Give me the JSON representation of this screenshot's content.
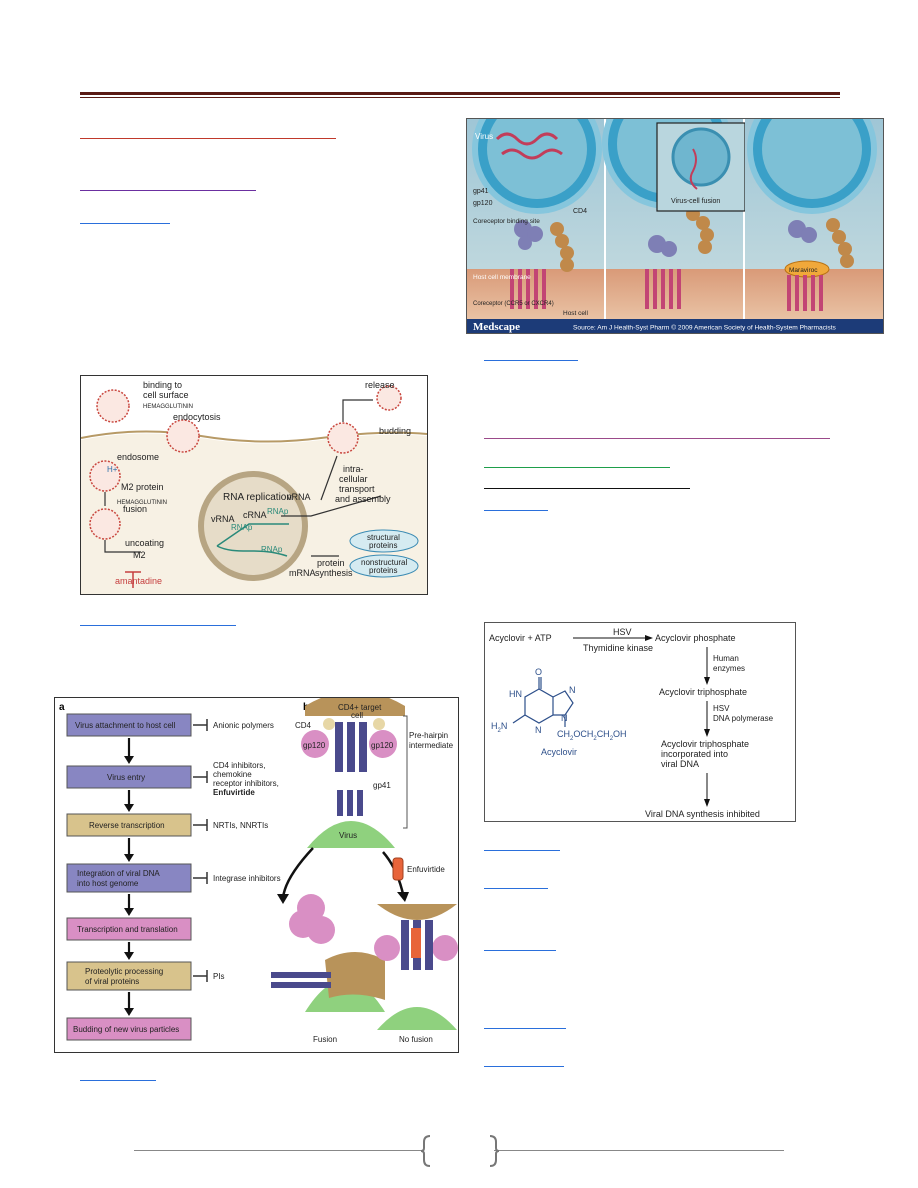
{
  "fig_hiv_fusion": {
    "virus_label": "Virus",
    "fusion_inset_label": "Virus-cell fusion",
    "labels": {
      "gp41": "gp41",
      "gp120": "gp120",
      "cd4": "CD4",
      "coreceptor_site": "Coreceptor binding site",
      "host_membrane": "Host cell membrane",
      "coreceptor": "Coreceptor (CCR5 or CXCR4)",
      "host_cell": "Host cell",
      "drug": "Maraviroc"
    },
    "brand": "Medscape",
    "source": "Source: Am J Health-Syst Pharm © 2009 American Society of Health-System Pharmacists"
  },
  "fig_influenza": {
    "labels": {
      "binding": "binding to",
      "binding2": "cell surface",
      "hemagglutinin": "HEMAGGLUTININ",
      "endocytosis": "endocytosis",
      "endosome": "endosome",
      "hplus": "H+",
      "m2": "M2 protein",
      "hemagglutinin_fusion": "HEMAGGLUTININ",
      "fusion": "fusion",
      "uncoating": "uncoating",
      "m2b": "M2",
      "amantadine": "amantadine",
      "rna_replication": "RNA replication",
      "vrna_in": "vRNA",
      "crna": "cRNA",
      "rnap1": "RNAp",
      "rnap2": "RNAp",
      "rnap3": "RNAp",
      "vrna_out": "vRNA",
      "mrna": "mRNA",
      "release": "release",
      "budding": "budding",
      "transport1": "intra-",
      "transport2": "cellular",
      "transport3": "transport",
      "transport4": "and assembly",
      "protein_synth1": "protein",
      "protein_synth2": "synthesis",
      "structural": "structural",
      "proteins1": "proteins",
      "nonstructural": "nonstructural",
      "proteins2": "proteins"
    }
  },
  "fig_hiv_cycle": {
    "panel_a": "a",
    "panel_b": "b",
    "steps": [
      "Virus attachment to host cell",
      "Virus entry",
      "Reverse transcription",
      "Integration of viral DNA",
      "into host genome",
      "Transcription and translation",
      "Proteolytic processing",
      "of viral proteins",
      "Budding of new virus particles"
    ],
    "inhibitors": [
      "Anionic polymers",
      "CD4 inhibitors,",
      "chemokine",
      "receptor inhibitors,",
      "Enfuvirtide",
      "NRTIs, NNRTIs",
      "Integrase inhibitors",
      "PIs"
    ],
    "b_labels": {
      "target": "CD4+ target",
      "cell": "cell",
      "cd4": "CD4",
      "gp120a": "gp120",
      "gp120b": "gp120",
      "gp41": "gp41",
      "prehairpin1": "Pre-hairpin",
      "prehairpin2": "intermediate",
      "virus": "Virus",
      "enfuvirtide": "Enfuvirtide",
      "fusion": "Fusion",
      "nofusion": "No fusion"
    }
  },
  "fig_acyclovir": {
    "top_left": "Acyclovir + ATP",
    "hsv": "HSV",
    "tk": "Thymidine kinase",
    "phosphate": "Acyclovir phosphate",
    "human1": "Human",
    "human2": "enzymes",
    "triphosphate": "Acyclovir triphosphate",
    "hsv2": "HSV",
    "dnapol": "DNA polymerase",
    "incorp1": "Acyclovir triphosphate",
    "incorp2": "incorporated into",
    "incorp3": "viral DNA",
    "inhibited": "Viral DNA synthesis inhibited",
    "name": "Acyclovir",
    "o": "O",
    "hn": "HN",
    "n1": "N",
    "n2": "N",
    "n3": "N",
    "h2n": "H",
    "h2n_sub": "2",
    "h2n_n": "N",
    "side_ch": "CH",
    "side_2": "2",
    "side_och": "OCH",
    "side_2b": "2",
    "side_ch2": "CH",
    "side_2c": "2",
    "side_oh": "OH"
  }
}
